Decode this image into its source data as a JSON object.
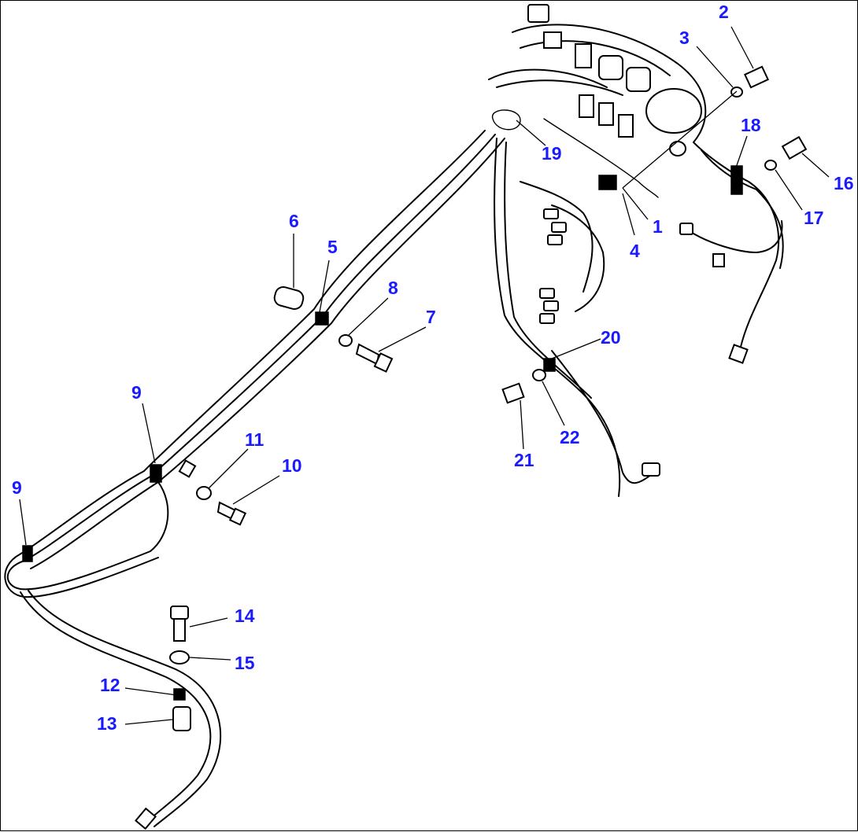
{
  "diagram": {
    "callouts": [
      {
        "id": "c1",
        "label": "1"
      },
      {
        "id": "c2",
        "label": "2"
      },
      {
        "id": "c3",
        "label": "3"
      },
      {
        "id": "c4",
        "label": "4"
      },
      {
        "id": "c5",
        "label": "5"
      },
      {
        "id": "c6",
        "label": "6"
      },
      {
        "id": "c7",
        "label": "7"
      },
      {
        "id": "c8",
        "label": "8"
      },
      {
        "id": "c9a",
        "label": "9"
      },
      {
        "id": "c9b",
        "label": "9"
      },
      {
        "id": "c10",
        "label": "10"
      },
      {
        "id": "c11",
        "label": "11"
      },
      {
        "id": "c12",
        "label": "12"
      },
      {
        "id": "c13",
        "label": "13"
      },
      {
        "id": "c14",
        "label": "14"
      },
      {
        "id": "c15",
        "label": "15"
      },
      {
        "id": "c16",
        "label": "16"
      },
      {
        "id": "c17",
        "label": "17"
      },
      {
        "id": "c18",
        "label": "18"
      },
      {
        "id": "c19",
        "label": "19"
      },
      {
        "id": "c20",
        "label": "20"
      },
      {
        "id": "c21",
        "label": "21"
      },
      {
        "id": "c22",
        "label": "22"
      }
    ],
    "callout_color": "#1a1aff",
    "line_color": "#000000"
  }
}
